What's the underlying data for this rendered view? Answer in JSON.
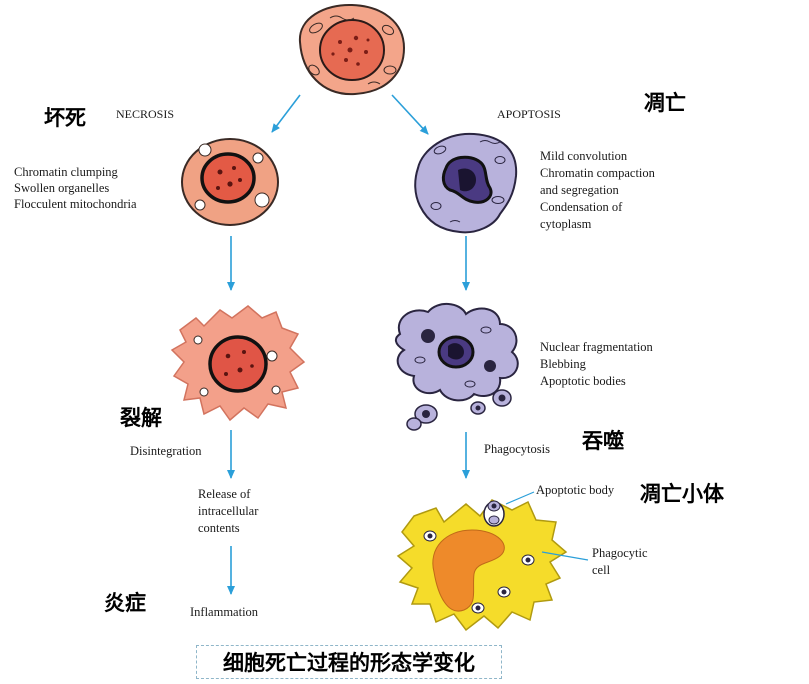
{
  "labels": {
    "necrosis_title": "NECROSIS",
    "apoptosis_title": "APOPTOSIS",
    "necrosis_cn": "坏死",
    "apoptosis_cn": "凋亡",
    "necrosis_features": [
      "Chromatin clumping",
      "Swollen organelles",
      "Flocculent mitochondria"
    ],
    "apoptosis_features": [
      "Mild convolution",
      "Chromatin compaction",
      "and segregation",
      "Condensation of",
      "cytoplasm"
    ],
    "apoptosis_stage2": [
      "Nuclear fragmentation",
      "Blebbing",
      "Apoptotic bodies"
    ],
    "disintegration_cn": "裂解",
    "disintegration": "Disintegration",
    "release": [
      "Release of",
      "intracellular",
      "contents"
    ],
    "inflammation_cn": "炎症",
    "inflammation": "Inflammation",
    "phagocytosis": "Phagocytosis",
    "phagocytosis_cn": "吞噬",
    "apoptotic_body": "Apoptotic body",
    "apoptotic_body_cn": "凋亡小体",
    "phagocytic_cell": [
      "Phagocytic",
      "cell"
    ]
  },
  "caption": "细胞死亡过程的形态学变化",
  "colors": {
    "arrow": "#2b9fd9",
    "normal_cell": "#f3a58a",
    "necrotic_cell": "#f0a284",
    "apoptotic_cell": "#b8b2dc",
    "phagocyte": "#f5dc2a",
    "phagocyte_nucleus": "#ee8a2a"
  }
}
